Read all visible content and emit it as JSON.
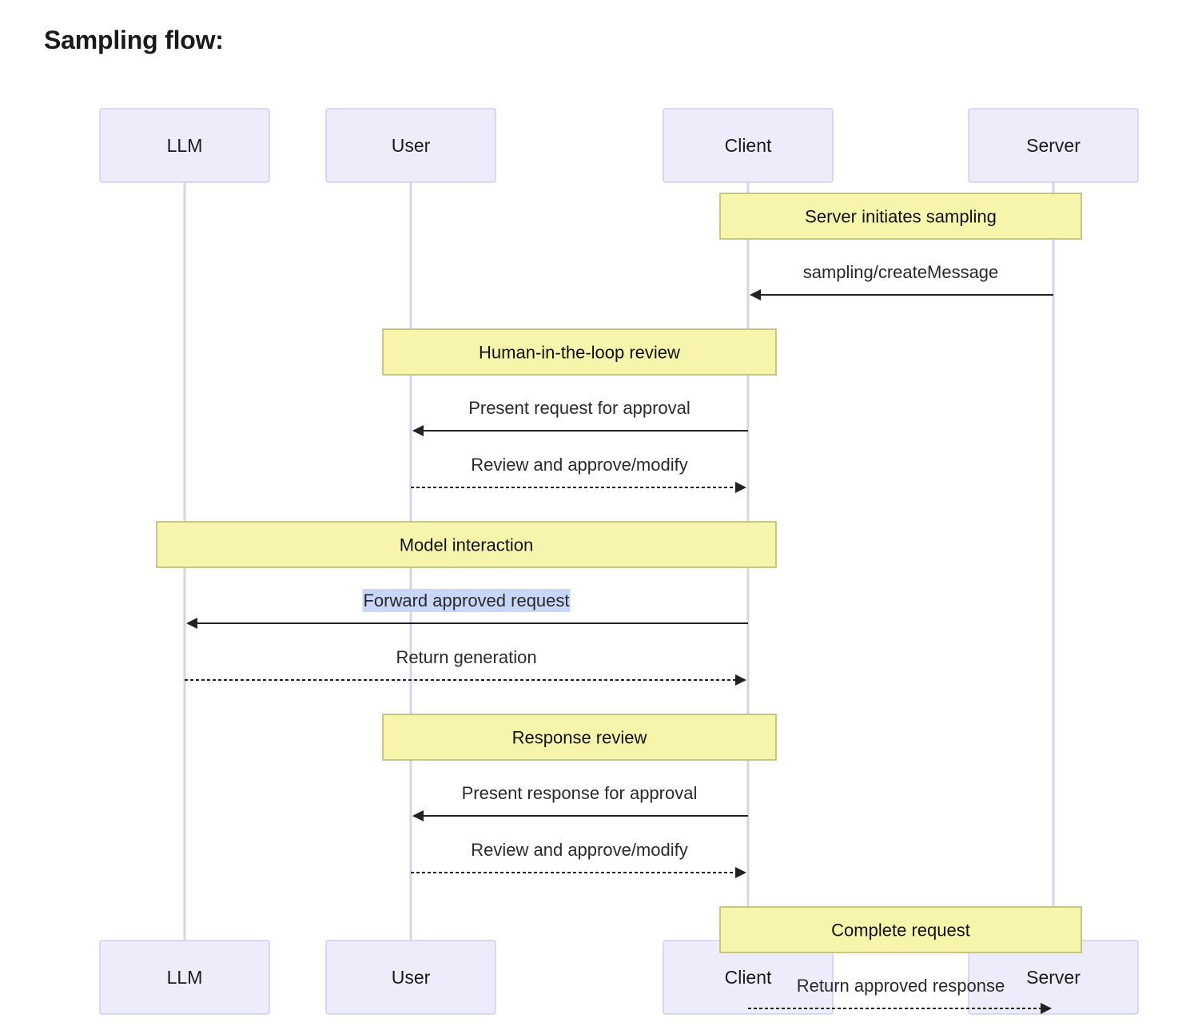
{
  "title": "Sampling flow:",
  "participants": [
    "LLM",
    "User",
    "Client",
    "Server"
  ],
  "notes": [
    {
      "text": "Server initiates sampling",
      "over": [
        "Client",
        "Server"
      ]
    },
    {
      "text": "Human-in-the-loop review",
      "over": [
        "User",
        "Client"
      ]
    },
    {
      "text": "Model interaction",
      "over": [
        "LLM",
        "Client"
      ]
    },
    {
      "text": "Response review",
      "over": [
        "User",
        "Client"
      ]
    },
    {
      "text": "Complete request",
      "over": [
        "Client",
        "Server"
      ]
    }
  ],
  "messages": [
    {
      "text": "sampling/createMessage",
      "from": "Server",
      "to": "Client",
      "style": "solid"
    },
    {
      "text": "Present request for approval",
      "from": "Client",
      "to": "User",
      "style": "solid"
    },
    {
      "text": "Review and approve/modify",
      "from": "User",
      "to": "Client",
      "style": "dashed"
    },
    {
      "text": "Forward approved request",
      "from": "Client",
      "to": "LLM",
      "style": "solid",
      "highlighted": true
    },
    {
      "text": "Return generation",
      "from": "LLM",
      "to": "Client",
      "style": "dashed"
    },
    {
      "text": "Present response for approval",
      "from": "Client",
      "to": "User",
      "style": "solid"
    },
    {
      "text": "Review and approve/modify",
      "from": "User",
      "to": "Client",
      "style": "dashed"
    },
    {
      "text": "Return approved response",
      "from": "Client",
      "to": "Server",
      "style": "dashed"
    }
  ],
  "sequence": [
    {
      "kind": "note",
      "index": 0
    },
    {
      "kind": "message",
      "index": 0
    },
    {
      "kind": "note",
      "index": 1
    },
    {
      "kind": "message",
      "index": 1
    },
    {
      "kind": "message",
      "index": 2
    },
    {
      "kind": "note",
      "index": 2
    },
    {
      "kind": "message",
      "index": 3
    },
    {
      "kind": "message",
      "index": 4
    },
    {
      "kind": "note",
      "index": 3
    },
    {
      "kind": "message",
      "index": 5
    },
    {
      "kind": "message",
      "index": 6
    },
    {
      "kind": "note",
      "index": 4
    },
    {
      "kind": "message",
      "index": 7
    }
  ],
  "colors": {
    "actor_fill": "#ececfb",
    "actor_stroke": "#cfcdf0",
    "lifeline": "#d6d3ee",
    "note_fill": "#f7f5ab",
    "note_stroke": "#b9b567",
    "arrow": "#222222",
    "selection_highlight": "#c8d6f7"
  }
}
